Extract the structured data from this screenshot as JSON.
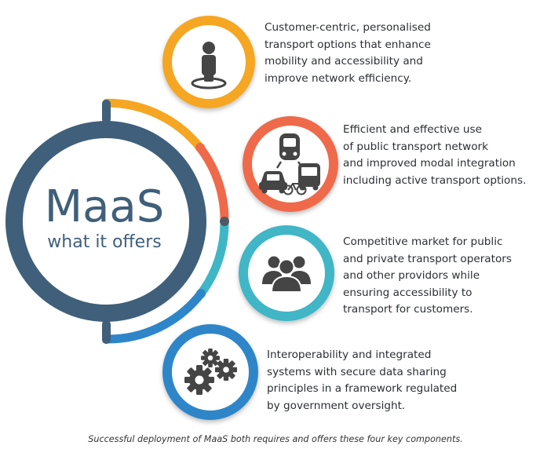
{
  "hub": {
    "title": "MaaS",
    "subtitle": "what it offers"
  },
  "items": [
    {
      "icon": "person-location-icon",
      "color": "#F5A623",
      "lines": [
        "Customer-centric, personalised",
        "transport options that enhance",
        "mobility and accessibility and",
        "improve network efficiency."
      ]
    },
    {
      "icon": "multimodal-transport-icon",
      "color": "#EE6A4B",
      "lines": [
        "Efficient and effective use",
        "of public transport network",
        "and improved modal integration",
        "including active transport options."
      ]
    },
    {
      "icon": "people-group-icon",
      "color": "#3FB6C6",
      "lines": [
        "Competitive market for public",
        "and private transport operators",
        "and other providors while",
        "ensuring accessibility to",
        "transport for customers."
      ]
    },
    {
      "icon": "gears-icon",
      "color": "#2E86C9",
      "lines": [
        "Interoperability and integrated",
        "systems with secure data sharing",
        "principles in a framework regulated",
        "by government oversight."
      ]
    }
  ],
  "caption": "Successful deployment of MaaS both requires and offers these four key components.",
  "colors": {
    "hub_ring": "#3F5F7A",
    "hub_text": "#3F5F7A",
    "icon": "#454545"
  }
}
